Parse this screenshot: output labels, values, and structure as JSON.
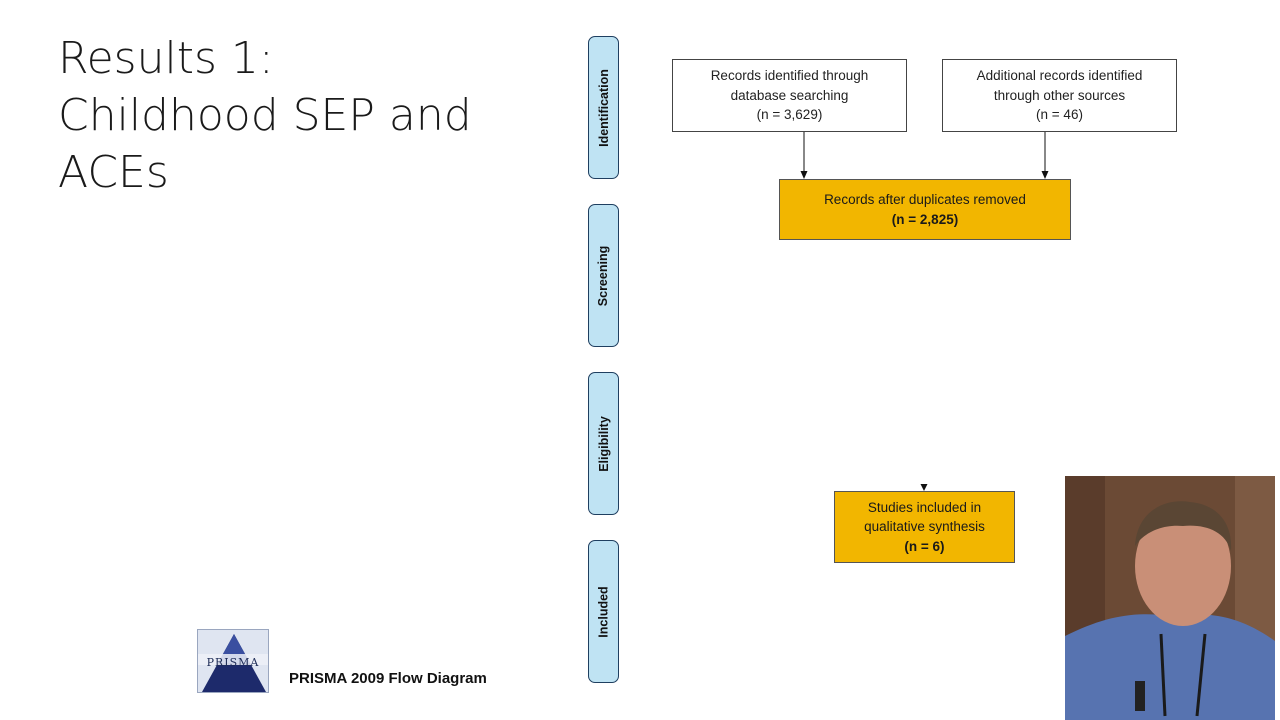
{
  "slide": {
    "title_lines": [
      "Results 1:",
      "Childhood SEP and",
      "ACEs"
    ],
    "footer_label": "PRISMA 2009 Flow Diagram",
    "logo_text": "PRISMA"
  },
  "phases": {
    "identification": "Identification",
    "screening": "Screening",
    "eligibility": "Eligibility",
    "included": "Included"
  },
  "flow": {
    "db_records": {
      "line1": "Records identified through",
      "line2": "database searching",
      "count": "(n = 3,629)"
    },
    "other_records": {
      "line1": "Additional records identified",
      "line2": "through other sources",
      "count": "(n = 46)"
    },
    "deduplicated": {
      "line1": "Records after duplicates removed",
      "count": "(n = 2,825)"
    },
    "included": {
      "line1": "Studies included in",
      "line2": "qualitative synthesis",
      "count": "(n = 6)"
    }
  },
  "colors": {
    "phase_fill": "#bfe3f3",
    "phase_border": "#1f3f60",
    "highlight_box": "#f2b600"
  }
}
